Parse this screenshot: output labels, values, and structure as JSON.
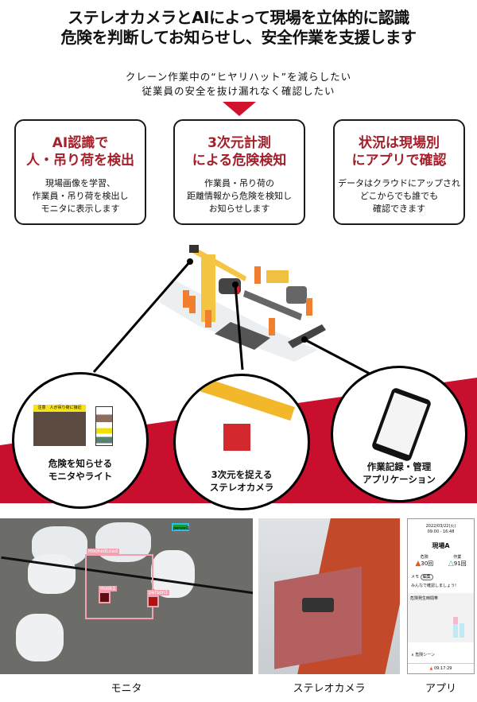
{
  "header": {
    "title_line1": "ステレオカメラとAIによって現場を立体的に認識",
    "title_line2": "危険を判断してお知らせし、安全作業を支援します",
    "sub_line1": "クレーン作業中の“ヒヤリハット”を減らしたい",
    "sub_line2": "従業員の安全を抜け漏れなく確認したい"
  },
  "features": [
    {
      "title1": "AI認識で",
      "title2": "人・吊り荷を検出",
      "body": [
        "現場画像を学習、",
        "作業員・吊り荷を検出し",
        "モニタに表示します"
      ]
    },
    {
      "title1": "3次元計測",
      "title2": "による危険検知",
      "body": [
        "作業員・吊り荷の",
        "距離情報から危険を検知し",
        "お知らせします"
      ]
    },
    {
      "title1": "状況は現場別",
      "title2": "にアプリで確認",
      "body": [
        "データはクラウドにアップされ",
        "どこからでも誰でも",
        "確認できます"
      ]
    }
  ],
  "devices": [
    {
      "line1": "危険を知らせる",
      "line2": "モニタやライト",
      "monitor_banner": "注意　人が吊り荷に接近"
    },
    {
      "line1": "3次元を捉える",
      "line2": "ステレオカメラ"
    },
    {
      "line1": "作業記録・管理",
      "line2": "アプリケーション"
    }
  ],
  "photos": {
    "monitor": {
      "label": "モニタ",
      "tags": [
        "HookedLoad",
        "Hook1",
        "person1",
        "person1"
      ]
    },
    "camera": {
      "label": "ステレオカメラ"
    },
    "app": {
      "label": "アプリ",
      "date": "2022/03/22(火)",
      "time_range": "09:00 - 16:48",
      "site": "現場A",
      "danger_label": "危険",
      "danger_count": "30回",
      "work_label": "作業",
      "work_count": "91回",
      "memo_label": "メモ",
      "memo_tag": "編集",
      "memo_text": "みんなで確認しましょう!",
      "chart_title": "危険発生時間帯",
      "scene_label": "∧ 危険シーン",
      "last_time": "09:17:29"
    }
  },
  "colors": {
    "accent": "#c8102e",
    "title_red": "#a3202b"
  }
}
